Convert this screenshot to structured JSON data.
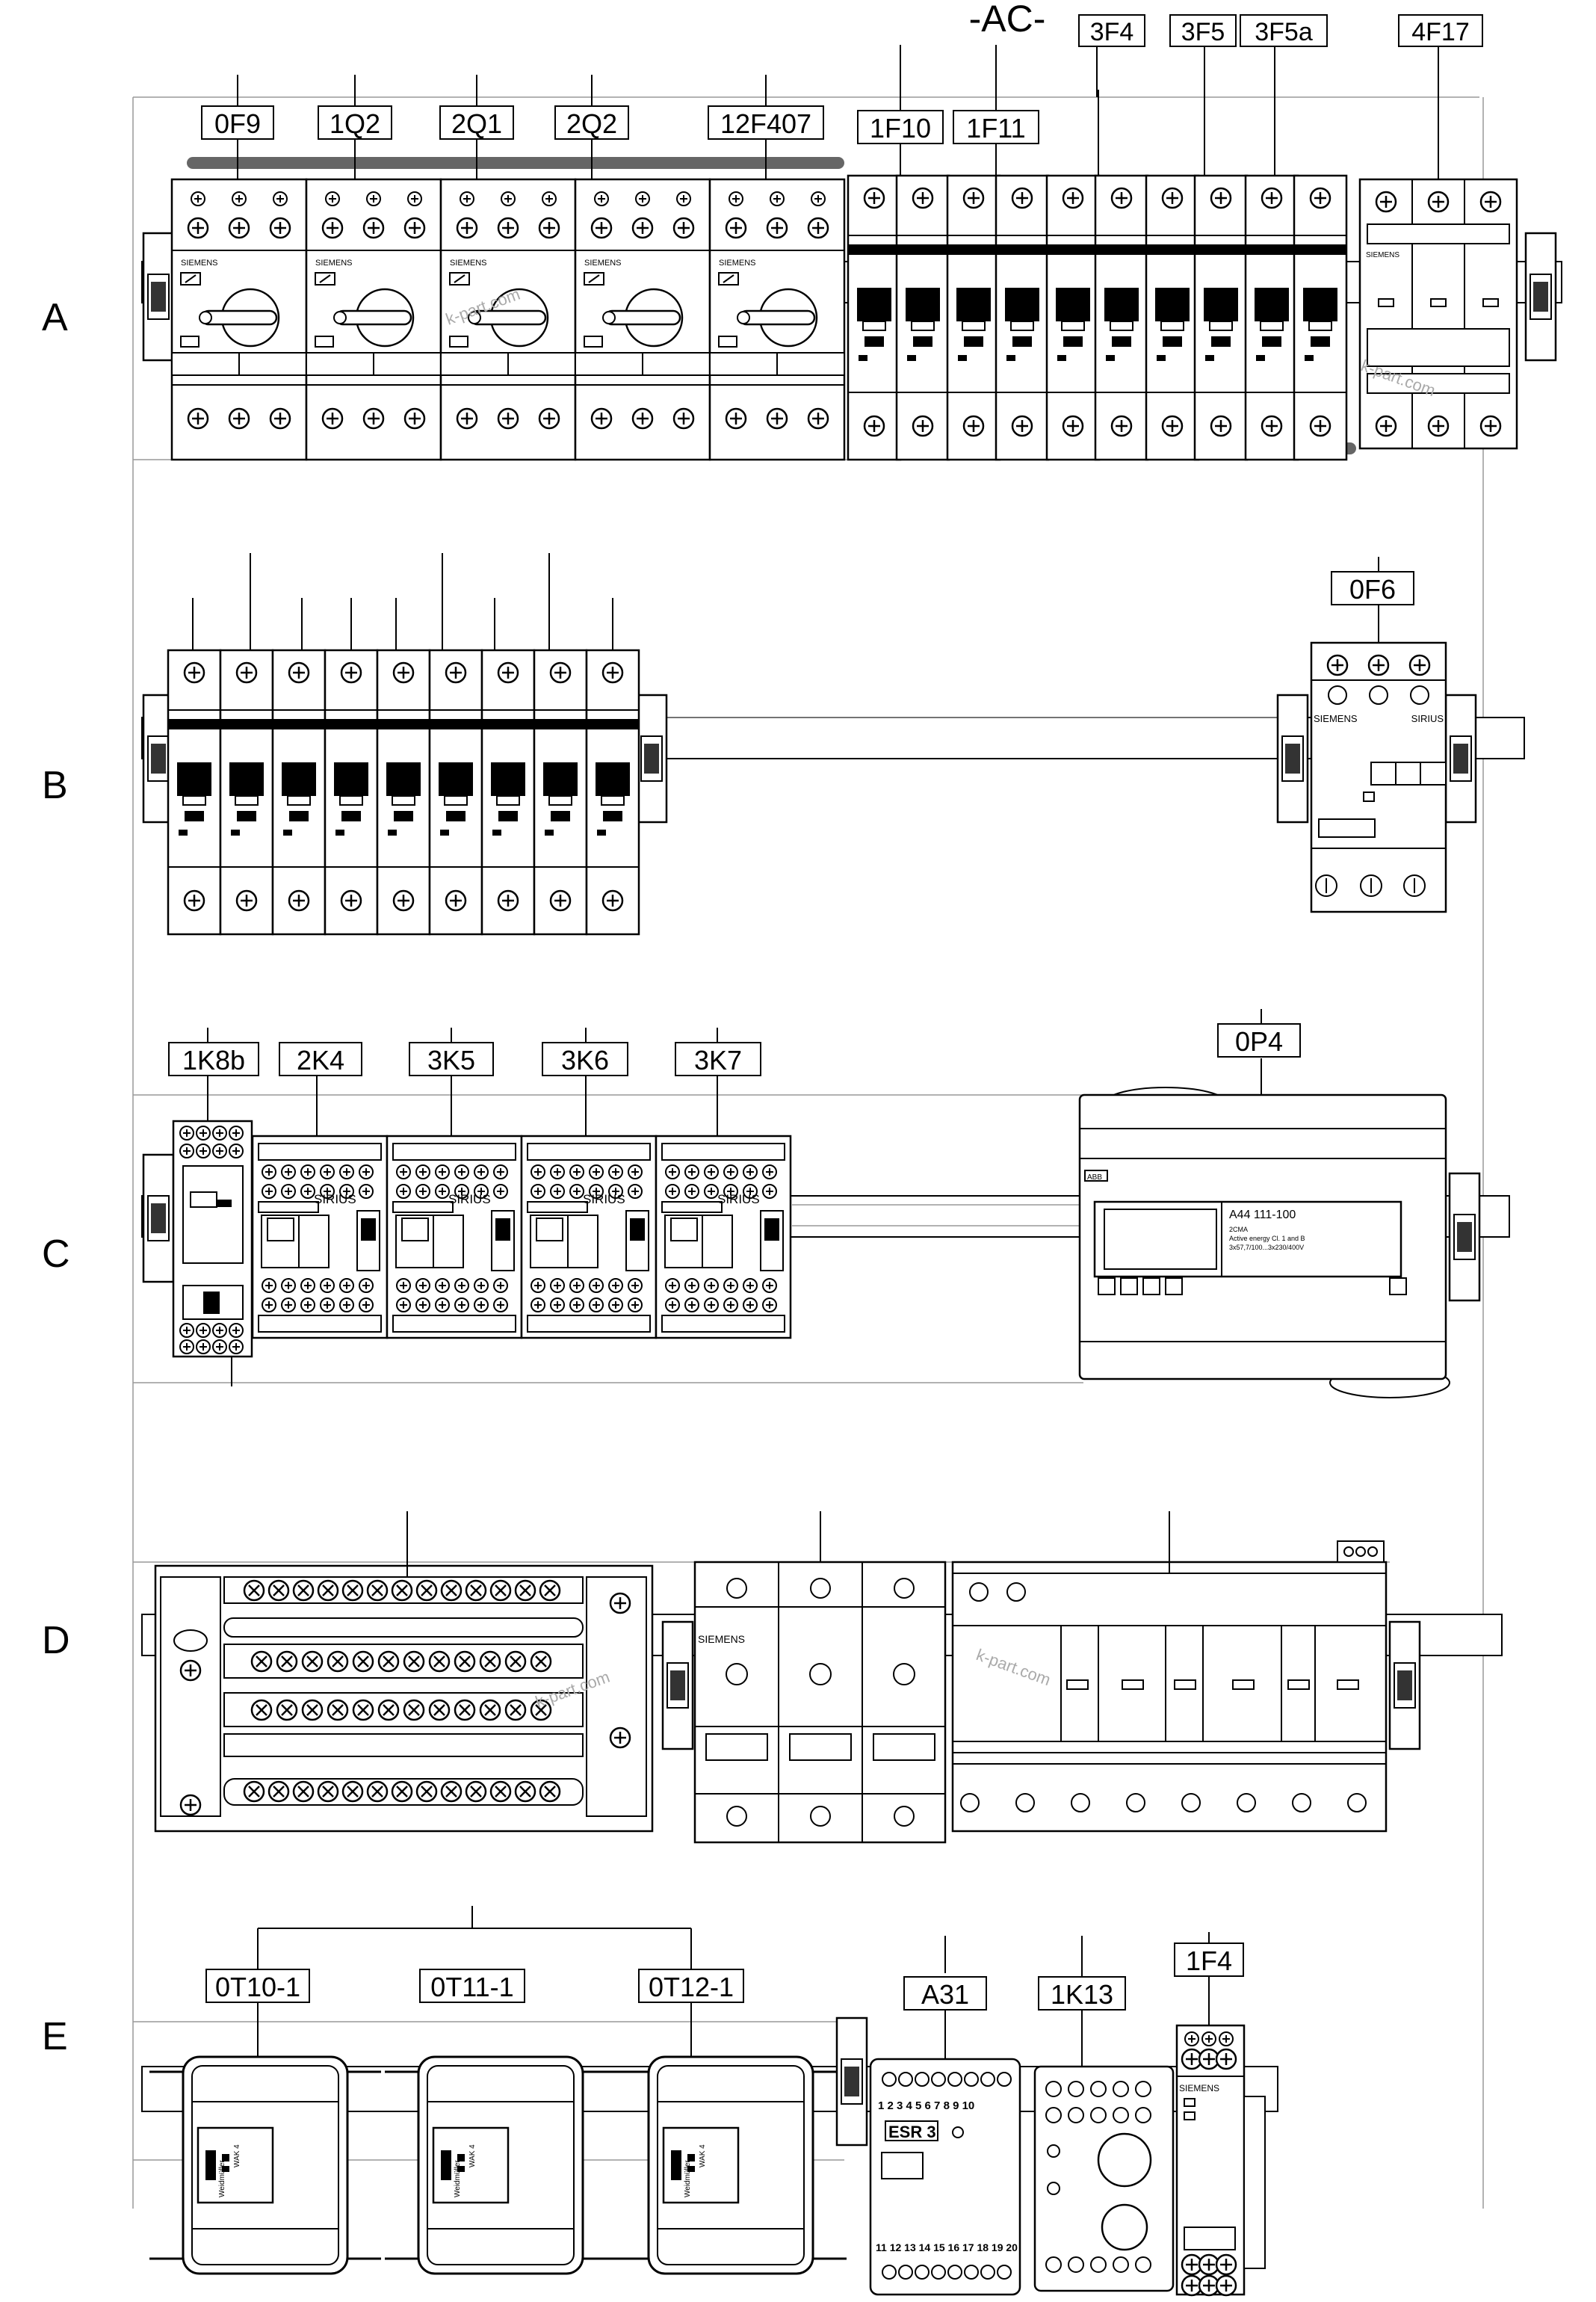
{
  "header": {
    "label": "-AC-"
  },
  "rows": [
    {
      "id": "A",
      "label": "A"
    },
    {
      "id": "B",
      "label": "B"
    },
    {
      "id": "C",
      "label": "C"
    },
    {
      "id": "D",
      "label": "D"
    },
    {
      "id": "E",
      "label": "E"
    }
  ],
  "tags": {
    "row_a": [
      "0F9",
      "1Q2",
      "2Q1",
      "2Q2",
      "12F407",
      "1F10",
      "1F11",
      "3F4",
      "3F5",
      "3F5a",
      "4F17"
    ],
    "row_b": [
      "0F6"
    ],
    "row_c": [
      "1K8b",
      "2K4",
      "3K5",
      "3K6",
      "3K7",
      "0P4"
    ],
    "row_e": [
      "0T10-1",
      "0T11-1",
      "0T12-1",
      "A31",
      "1K13",
      "1F4"
    ]
  },
  "device_text": {
    "siemens": "SIEMENS",
    "sirius": "SIRIUS",
    "abb": "ABB",
    "meter_model": "A44  111-100",
    "meter_line1": "2CMA",
    "meter_line2": "Active energy Cl. 1 and B",
    "meter_line3": "3x57,7/100...3x230/400V",
    "esr": "ESR 3",
    "esr_top_terminals": "1 2 3 4 5 6 7 8 9 10",
    "esr_bottom_terminals": "11 12 13 14 15 16 17 18 19 20",
    "transformer_brand": "Weidmüller",
    "transformer_model": "WAK 4"
  },
  "watermark": "k-part.com"
}
